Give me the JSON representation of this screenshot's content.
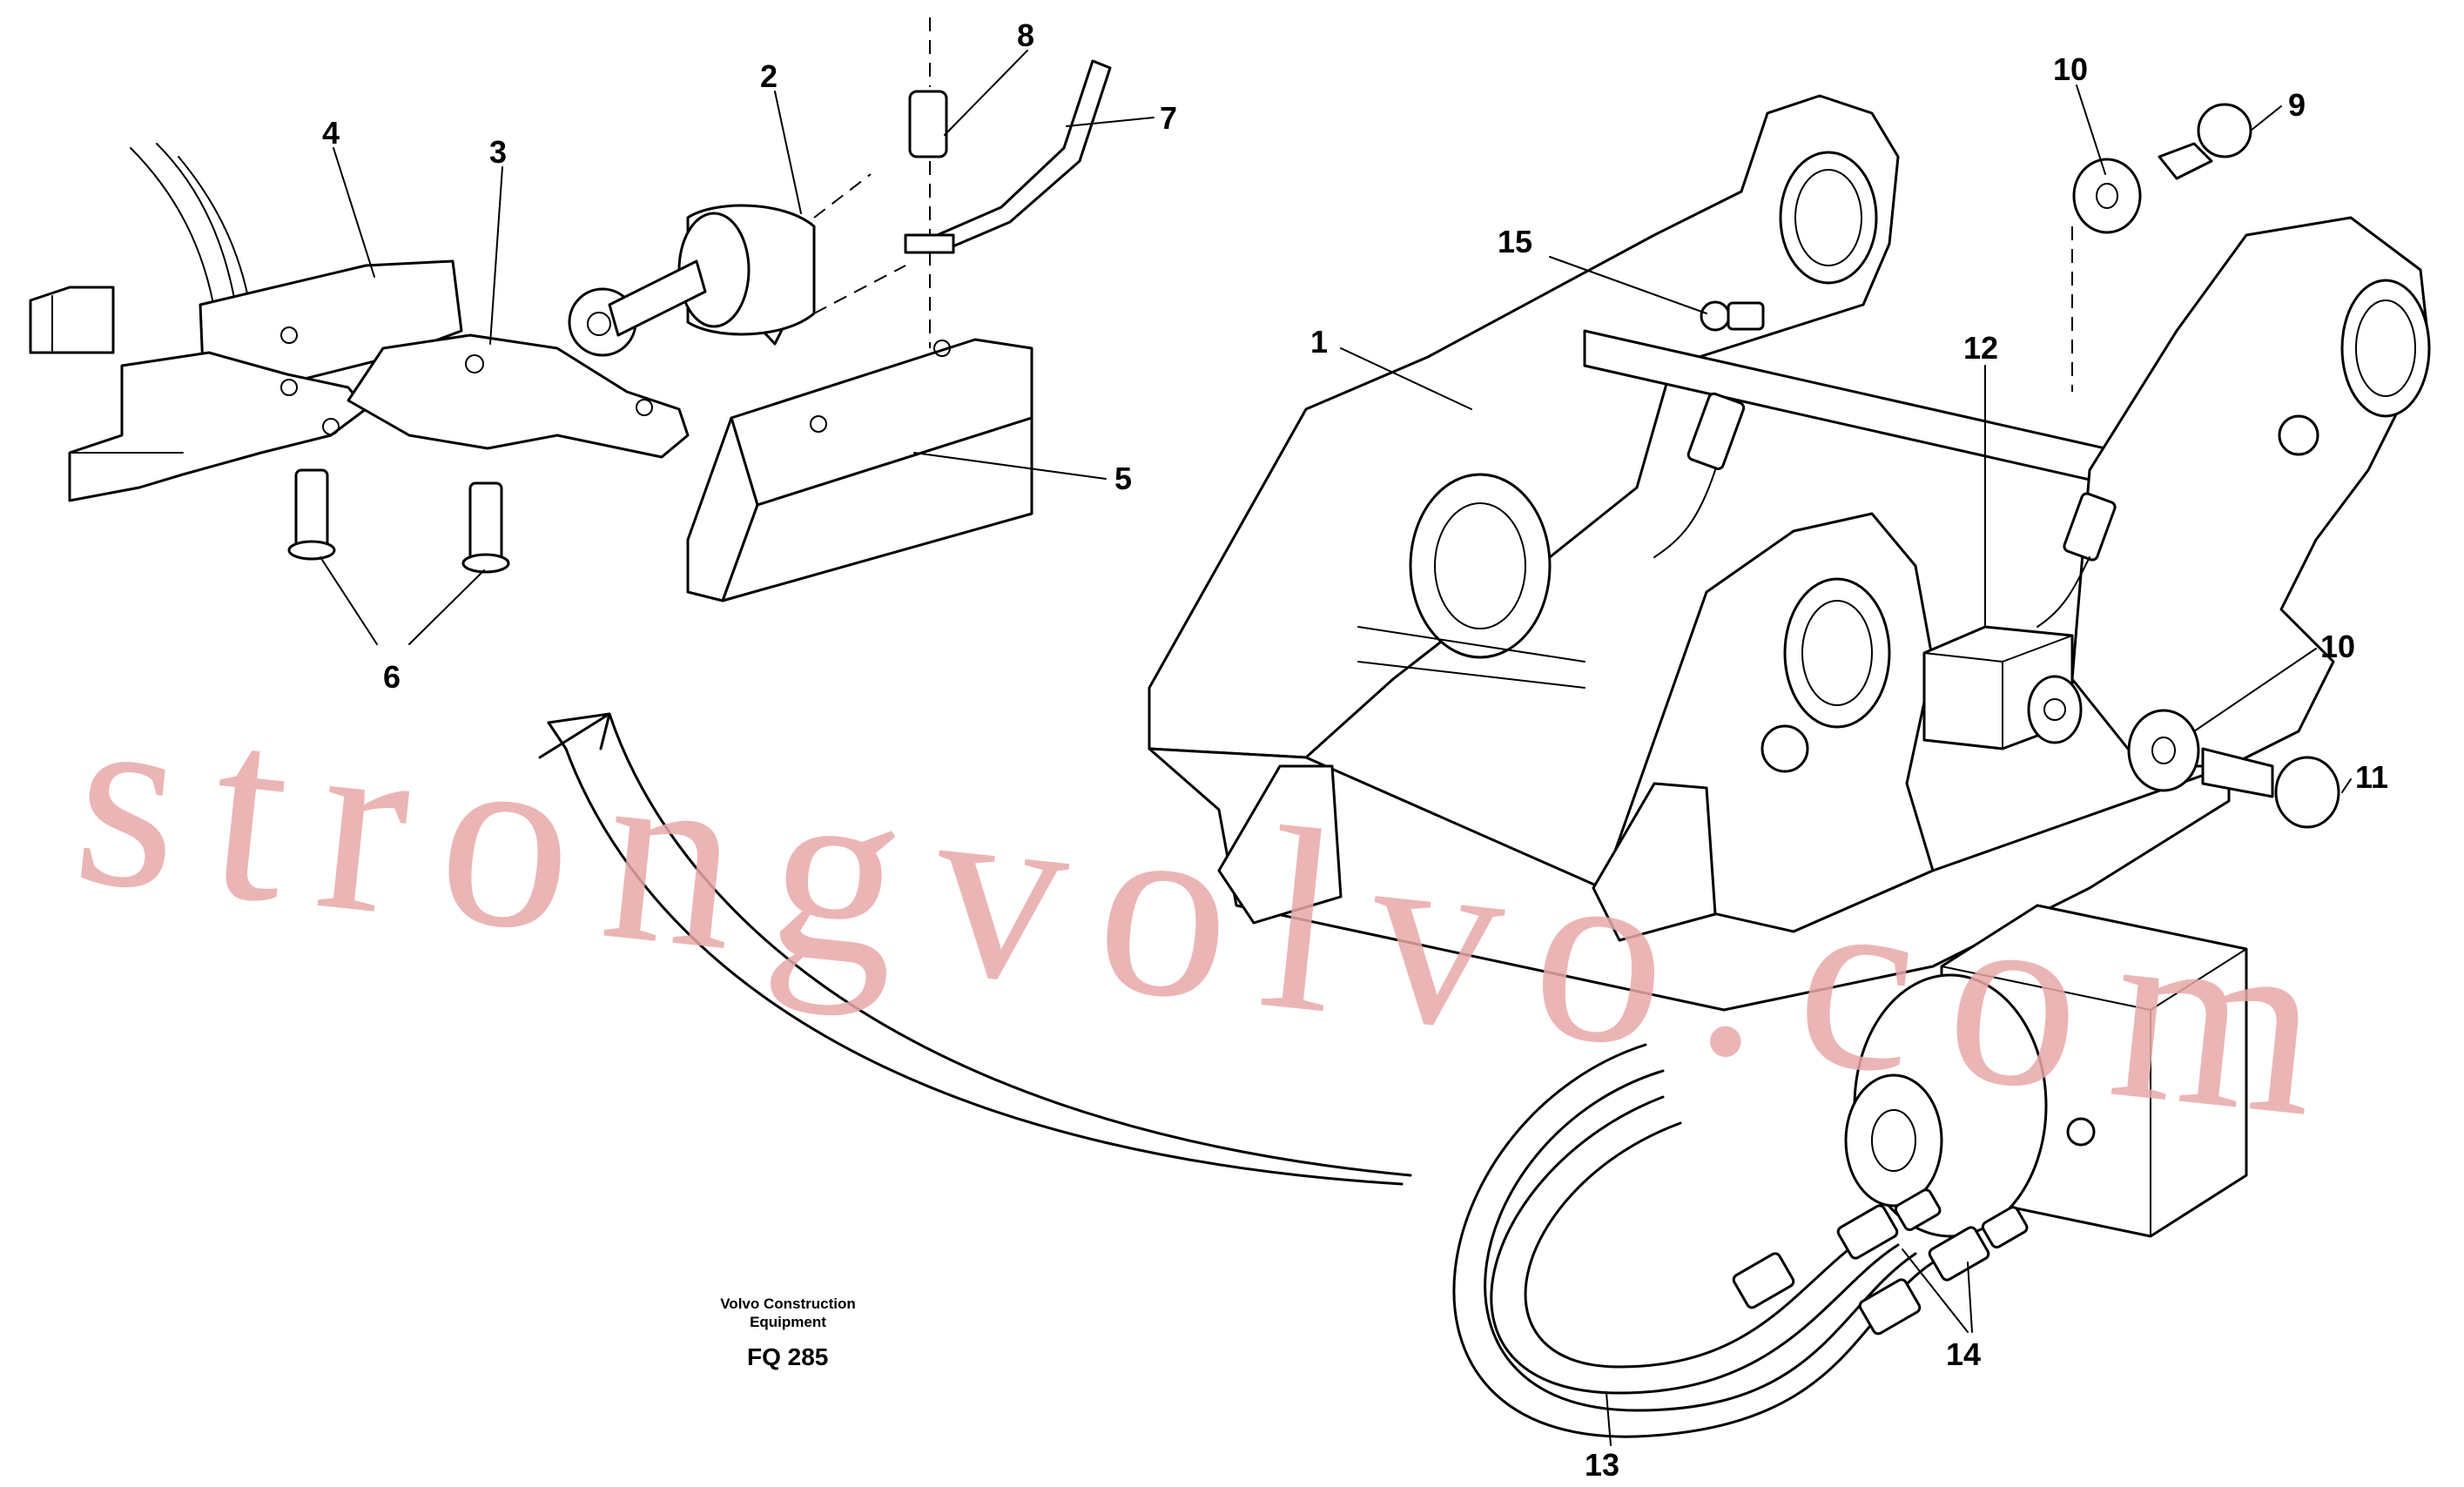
{
  "diagram": {
    "callouts": [
      "1",
      "2",
      "3",
      "4",
      "5",
      "6",
      "7",
      "8",
      "9",
      "10",
      "10",
      "11",
      "12",
      "13",
      "14",
      "15"
    ],
    "footer": {
      "company_line1": "Volvo Construction",
      "company_line2": "Equipment",
      "code": "FQ 285"
    },
    "watermark": "strongvolvo.com"
  }
}
